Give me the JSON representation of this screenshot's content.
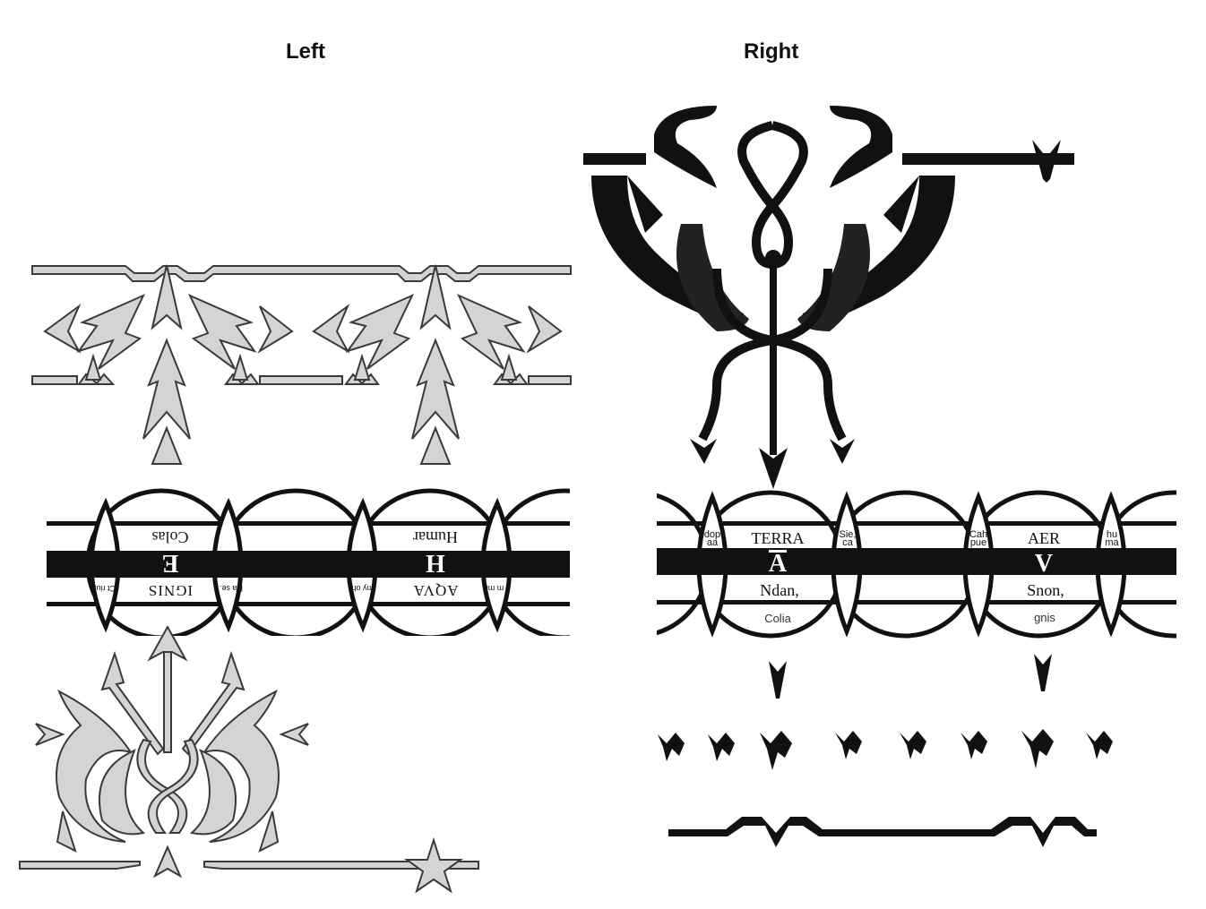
{
  "columns": {
    "left": "Left",
    "right": "Right"
  },
  "left_band": {
    "cells": [
      {
        "letter": "E",
        "top_word": "Colas",
        "bottom_word": "IGNIS"
      },
      {
        "letter": "H",
        "top_word": "Humar",
        "bottom_word": "AQVA"
      }
    ],
    "lens_labels": [
      "Ct rius",
      "Ra se.",
      "fmy oh",
      "m mr"
    ]
  },
  "right_band": {
    "cells": [
      {
        "letter": "A",
        "top_word": "TERRA",
        "middle_word": "Ndan,",
        "bottom_word": "Colia"
      },
      {
        "letter": "V",
        "top_word": "AER",
        "middle_word": "Snon,",
        "bottom_word": "gnis"
      }
    ],
    "lens_labels": [
      {
        "l1": "dop",
        "l2": "aa"
      },
      {
        "l1": "Sie,",
        "l2": "ca"
      },
      {
        "l1": "Cah",
        "l2": "pue"
      },
      {
        "l1": "hu",
        "l2": "ma"
      }
    ]
  },
  "colors": {
    "ink": "#111111",
    "fill_gray": "#d4d4d4",
    "outline": "#3a3a3a"
  },
  "icons": [
    "arrow-chevron-icon",
    "caduceus-icon",
    "star-icon",
    "trident-icon"
  ]
}
